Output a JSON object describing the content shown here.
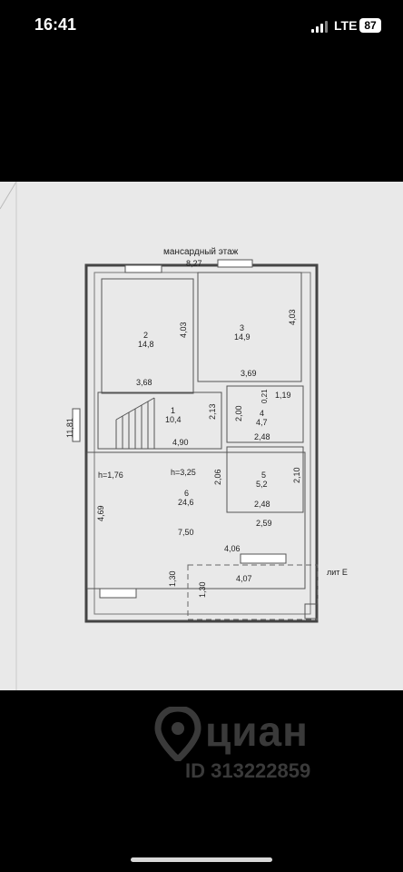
{
  "status_bar": {
    "time": "16:41",
    "network": "LTE",
    "battery": "87"
  },
  "plan": {
    "floor_title": "мансардный этаж",
    "overall_width": "8,27",
    "overall_depth": "11,81",
    "rooms": [
      {
        "num": "2",
        "area": "14,8",
        "dims": [
          "4,03",
          "3,68"
        ]
      },
      {
        "num": "3",
        "area": "14,9",
        "dims": [
          "4,03",
          "3,69"
        ]
      },
      {
        "num": "1",
        "area": "10,4",
        "dims": [
          "2,13",
          "4,90"
        ]
      },
      {
        "num": "4",
        "area": "4,7",
        "dims": [
          "2,00",
          "2,48",
          "1,19",
          "0,21"
        ]
      },
      {
        "num": "5",
        "area": "5,2",
        "dims": [
          "2,10",
          "2,48"
        ]
      },
      {
        "num": "6",
        "area": "24,6",
        "dims": [
          "4,69",
          "7,50",
          "2,06",
          "2,59",
          "1,30"
        ]
      }
    ],
    "heights": [
      "h=1,76",
      "h=3,25"
    ],
    "extra_dims": [
      "4,06",
      "4,07",
      "1,30"
    ],
    "lit_label": "лит Е"
  },
  "watermark": {
    "brand": "циан",
    "listing_id": "ID 313222859"
  }
}
